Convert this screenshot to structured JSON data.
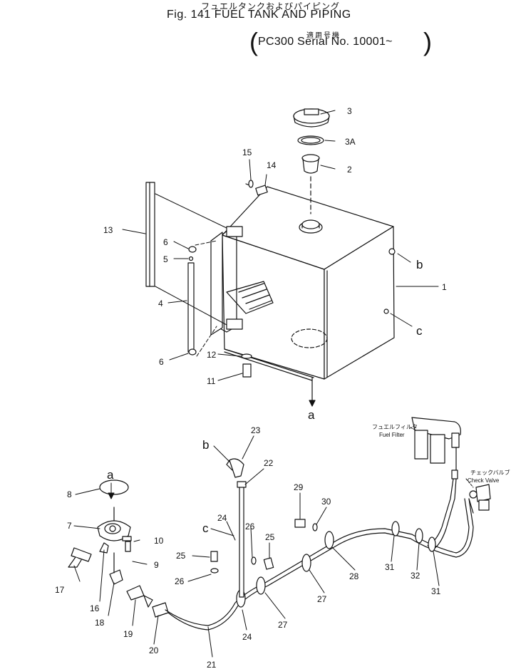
{
  "header": {
    "title_jp": "フュエルタンクおよびパイピング",
    "title_en": "Fig. 141 FUEL TANK AND PIPING",
    "applicability_jp": "適用号機",
    "serial": "PC300 Serial No. 10001~"
  },
  "callouts": [
    "1",
    "2",
    "3",
    "3A",
    "4",
    "5",
    "6",
    "6",
    "9",
    "10",
    "11",
    "12",
    "13",
    "14",
    "15",
    "7",
    "8",
    "16",
    "17",
    "18",
    "19",
    "20",
    "21",
    "22",
    "23",
    "24",
    "24",
    "25",
    "25",
    "26",
    "26",
    "27",
    "27",
    "28",
    "29",
    "30",
    "31",
    "31",
    "32"
  ],
  "refs": {
    "a_top": "a",
    "a_bottom": "a",
    "b_top": "b",
    "b_bottom": "b",
    "c_top": "c",
    "c_bottom": "c"
  },
  "notes": {
    "fuel_filter_jp": "フュエルフィルタ",
    "fuel_filter_en": "Fuel Filter",
    "check_valve_jp": "チェックバルブ",
    "check_valve_en": "Check Valve"
  }
}
